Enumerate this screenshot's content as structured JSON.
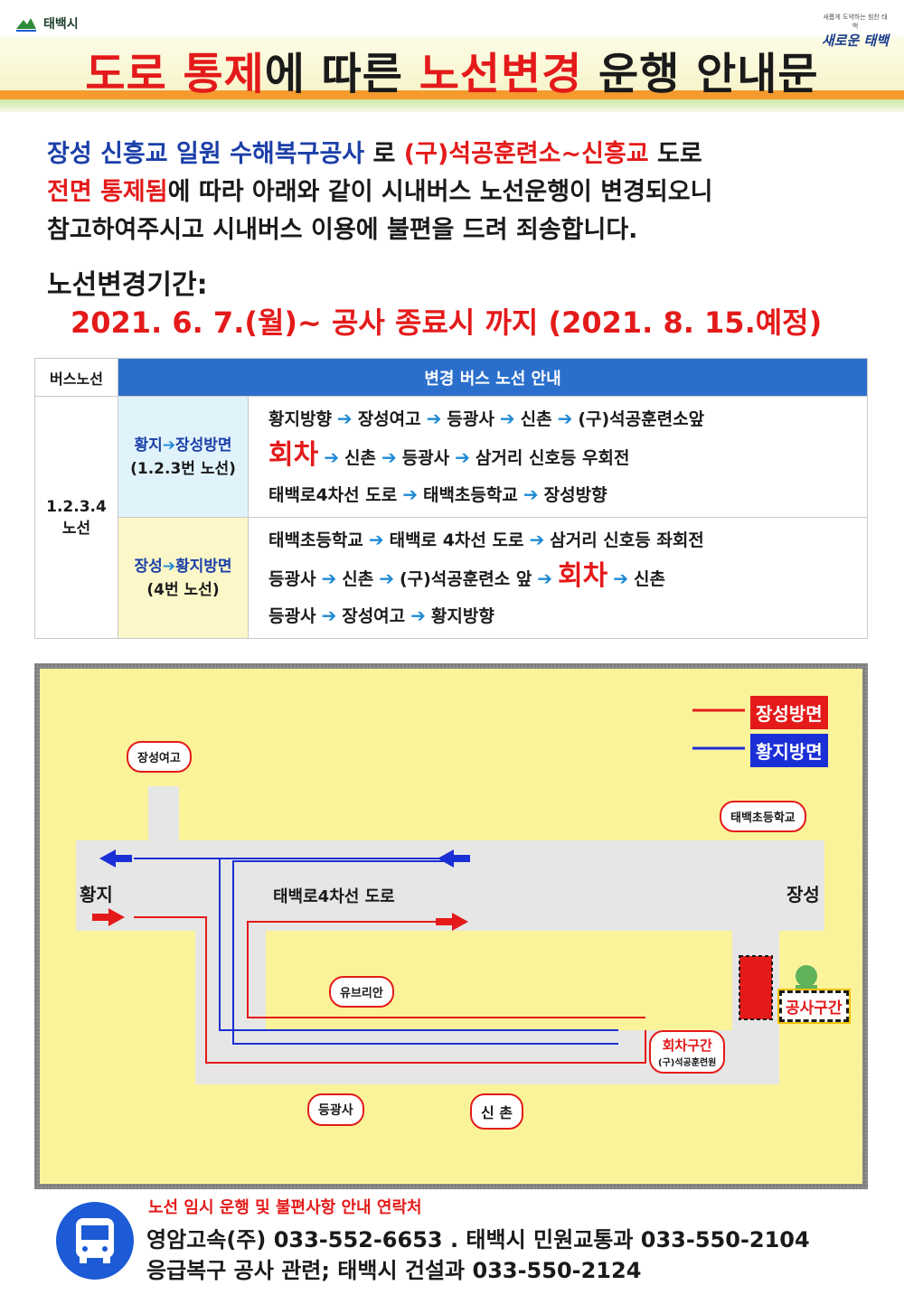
{
  "header": {
    "city_name": "태백시",
    "slogan_small": "새롭게 도약하는 힘찬 태백",
    "slogan": "새로운 태백",
    "title_part1": "도로 통제",
    "title_part2": "에 따른 ",
    "title_part3": "노선변경",
    "title_part4": " 운행 안내문"
  },
  "notice": {
    "line1_blue": "장성 신흥교 일원 수해복구공사",
    "line1_mid": " 로 ",
    "line1_red": "(구)석공훈련소~신흥교",
    "line1_end": " 도로",
    "line2_red": "전면 통제됨",
    "line2_rest": "에 따라 아래와 같이 시내버스 노선운행이 변경되오니",
    "line3": "참고하여주시고 시내버스 이용에 불편을 드려 죄송합니다.",
    "period_label": "노선변경기간:",
    "period_value": "2021. 6. 7.(월)~ 공사 종료시 까지 (2021. 8. 15.예정)"
  },
  "table": {
    "col1_header": "버스노선",
    "col2_header": "변경 버스 노선 안내",
    "route_label": "1.2.3.4\n노선",
    "route_label_1": "1.2.3.4",
    "route_label_2": "노선",
    "dir_a_from": "황지",
    "dir_a_to": "장성방면",
    "dir_a_sub": "(1.2.3번 노선)",
    "dir_b_from": "장성",
    "dir_b_to": "황지방면",
    "dir_b_sub": "(4번 노선)",
    "a_steps_line1": [
      "황지방향",
      "장성여고",
      "등광사",
      "신촌",
      "(구)석공훈련소앞"
    ],
    "a_uturn": "회차",
    "a_steps_line2": [
      "신촌",
      "등광사",
      "삼거리 신호등 우회전"
    ],
    "a_steps_line3": [
      "태백로4차선 도로",
      "태백초등학교",
      "장성방향"
    ],
    "b_steps_line1": [
      "태백초등학교",
      "태백로 4차선 도로",
      "삼거리 신호등 좌회전"
    ],
    "b_steps_line2_pre": [
      "등광사",
      "신촌",
      "(구)석공훈련소 앞"
    ],
    "b_uturn": "회차",
    "b_steps_line2_post": "신촌",
    "b_steps_line3": [
      "등광사",
      "장성여고",
      "황지방향"
    ]
  },
  "map": {
    "legend_red": "장성방면",
    "legend_blue": "황지방면",
    "label_west": "황지",
    "label_east": "장성",
    "road_name": "태백로4차선 도로",
    "place_girls_school": "장성여고",
    "place_elementary": "태백초등학교",
    "place_ubrian": "유브리안",
    "place_deunggwangsa": "등광사",
    "place_sinchon": "신 촌",
    "turn_zone": "회차구간",
    "turn_zone_sub": "(구)석공훈련원",
    "construction_zone": "공사구간",
    "colors": {
      "red_route": "#e41a1a",
      "blue_route": "#1b2fd6",
      "road": "#e6e6e6",
      "map_bg": "#fbf39a"
    }
  },
  "footer": {
    "icon": "bus-icon",
    "contact_title": "노선 임시 운행 및 불편사항 안내 연락처",
    "contact_line1": "영암고속(주) 033-552-6653 . 태백시 민원교통과 033-550-2104",
    "contact_line2": "응급복구 공사 관련; 태백시 건설과 033-550-2124"
  }
}
